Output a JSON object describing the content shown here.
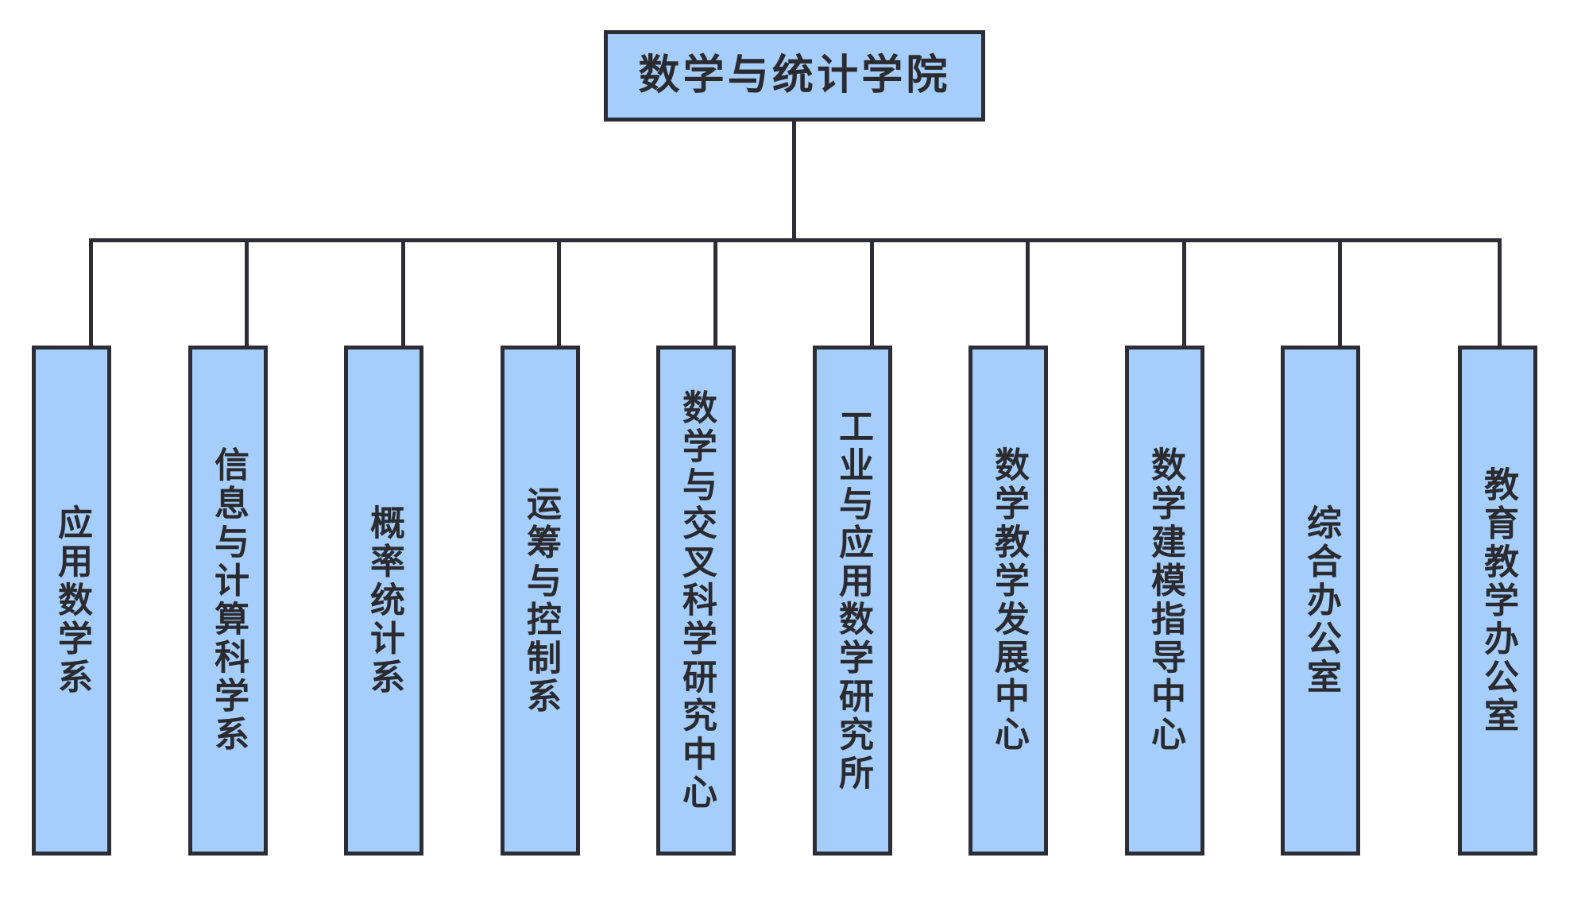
{
  "chart_data": {
    "type": "diagram",
    "diagram_kind": "organizational-chart",
    "title": "数学与统计学院",
    "orientation": "top-down",
    "root": {
      "id": "root",
      "label": "数学与统计学院",
      "text_orientation": "horizontal"
    },
    "children": [
      {
        "id": "dept-applied-math",
        "label": "应用数学系",
        "text_orientation": "vertical"
      },
      {
        "id": "dept-info-computational",
        "label": "信息与计算科学系",
        "text_orientation": "vertical"
      },
      {
        "id": "dept-probability-stats",
        "label": "概率统计系",
        "text_orientation": "vertical"
      },
      {
        "id": "dept-or-control",
        "label": "运筹与控制系",
        "text_orientation": "vertical"
      },
      {
        "id": "center-math-interdisc",
        "label": "数学与交叉科学研究中心",
        "text_orientation": "vertical"
      },
      {
        "id": "institute-industrial-math",
        "label": "工业与应用数学研究所",
        "text_orientation": "vertical"
      },
      {
        "id": "center-teaching-dev",
        "label": "数学教学发展中心",
        "text_orientation": "vertical"
      },
      {
        "id": "center-modeling-guidance",
        "label": "数学建模指导中心",
        "text_orientation": "vertical"
      },
      {
        "id": "office-general",
        "label": "综合办公室",
        "text_orientation": "vertical"
      },
      {
        "id": "office-education",
        "label": "教育教学办公室",
        "text_orientation": "vertical"
      }
    ],
    "edges": [
      {
        "from": "root",
        "to": "dept-applied-math"
      },
      {
        "from": "root",
        "to": "dept-info-computational"
      },
      {
        "from": "root",
        "to": "dept-probability-stats"
      },
      {
        "from": "root",
        "to": "dept-or-control"
      },
      {
        "from": "root",
        "to": "center-math-interdisc"
      },
      {
        "from": "root",
        "to": "institute-industrial-math"
      },
      {
        "from": "root",
        "to": "center-teaching-dev"
      },
      {
        "from": "root",
        "to": "center-modeling-guidance"
      },
      {
        "from": "root",
        "to": "office-general"
      },
      {
        "from": "root",
        "to": "office-education"
      }
    ],
    "colors": {
      "node_fill": "#A5CEFC",
      "node_border": "#2C2D35",
      "text": "#2B2B2F",
      "connector": "#2C2D35",
      "background": "#FFFFFF"
    },
    "counts": {
      "levels": 2,
      "child_nodes": 10
    }
  }
}
